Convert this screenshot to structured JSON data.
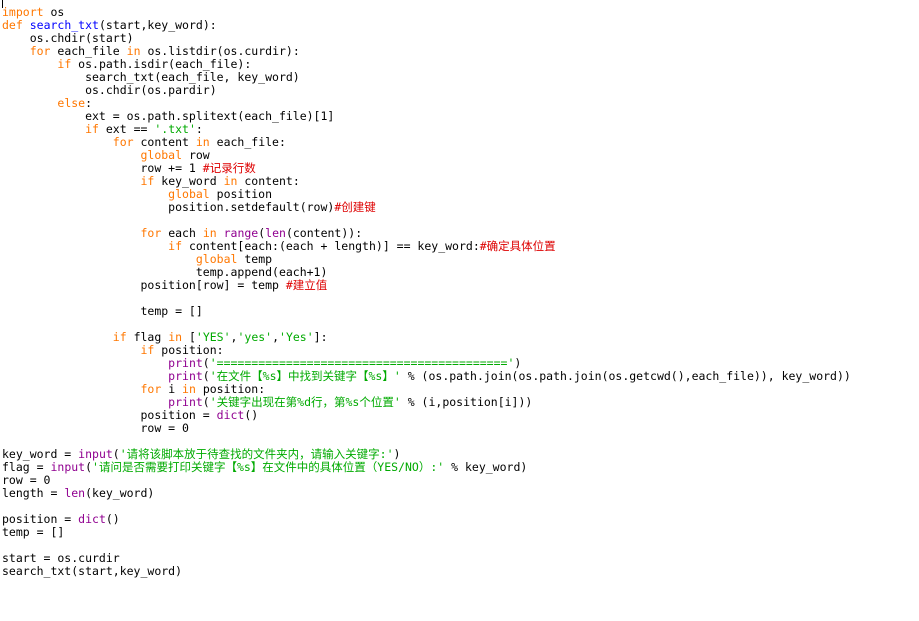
{
  "editor": {
    "colors": {
      "keyword": "#ff7700",
      "definition": "#0000ff",
      "builtin": "#900090",
      "string": "#00aa00",
      "comment": "#dd0000",
      "text": "#000000",
      "background": "#ffffff"
    },
    "lines": [
      [
        [
          "kw",
          "import"
        ],
        [
          "plain",
          " os"
        ]
      ],
      [
        [
          "kw",
          "def"
        ],
        [
          "plain",
          " "
        ],
        [
          "def",
          "search_txt"
        ],
        [
          "plain",
          "(start,key_word):"
        ]
      ],
      [
        [
          "plain",
          "    os.chdir(start)"
        ]
      ],
      [
        [
          "plain",
          "    "
        ],
        [
          "kw",
          "for"
        ],
        [
          "plain",
          " each_file "
        ],
        [
          "kw",
          "in"
        ],
        [
          "plain",
          " os.listdir(os.curdir):"
        ]
      ],
      [
        [
          "plain",
          "        "
        ],
        [
          "kw",
          "if"
        ],
        [
          "plain",
          " os.path.isdir(each_file):"
        ]
      ],
      [
        [
          "plain",
          "            search_txt(each_file, key_word)"
        ]
      ],
      [
        [
          "plain",
          "            os.chdir(os.pardir)"
        ]
      ],
      [
        [
          "plain",
          "        "
        ],
        [
          "kw",
          "else"
        ],
        [
          "plain",
          ":"
        ]
      ],
      [
        [
          "plain",
          "            ext = os.path.splitext(each_file)[1]"
        ]
      ],
      [
        [
          "plain",
          "            "
        ],
        [
          "kw",
          "if"
        ],
        [
          "plain",
          " ext == "
        ],
        [
          "str",
          "'.txt'"
        ],
        [
          "plain",
          ":"
        ]
      ],
      [
        [
          "plain",
          "                "
        ],
        [
          "kw",
          "for"
        ],
        [
          "plain",
          " content "
        ],
        [
          "kw",
          "in"
        ],
        [
          "plain",
          " each_file:"
        ]
      ],
      [
        [
          "plain",
          "                    "
        ],
        [
          "kw",
          "global"
        ],
        [
          "plain",
          " row"
        ]
      ],
      [
        [
          "plain",
          "                    row += 1 "
        ],
        [
          "cmt",
          "#记录行数"
        ]
      ],
      [
        [
          "plain",
          "                    "
        ],
        [
          "kw",
          "if"
        ],
        [
          "plain",
          " key_word "
        ],
        [
          "kw",
          "in"
        ],
        [
          "plain",
          " content:"
        ]
      ],
      [
        [
          "plain",
          "                        "
        ],
        [
          "kw",
          "global"
        ],
        [
          "plain",
          " position"
        ]
      ],
      [
        [
          "plain",
          "                        position.setdefault(row)"
        ],
        [
          "cmt",
          "#创建键"
        ]
      ],
      [],
      [
        [
          "plain",
          "                    "
        ],
        [
          "kw",
          "for"
        ],
        [
          "plain",
          " each "
        ],
        [
          "kw",
          "in"
        ],
        [
          "plain",
          " "
        ],
        [
          "bi",
          "range"
        ],
        [
          "plain",
          "("
        ],
        [
          "bi",
          "len"
        ],
        [
          "plain",
          "(content)):"
        ]
      ],
      [
        [
          "plain",
          "                        "
        ],
        [
          "kw",
          "if"
        ],
        [
          "plain",
          " content[each:(each + length)] == key_word:"
        ],
        [
          "cmt",
          "#确定具体位置"
        ]
      ],
      [
        [
          "plain",
          "                            "
        ],
        [
          "kw",
          "global"
        ],
        [
          "plain",
          " temp"
        ]
      ],
      [
        [
          "plain",
          "                            temp.append(each+1)"
        ]
      ],
      [
        [
          "plain",
          "                    position[row] = temp "
        ],
        [
          "cmt",
          "#建立值"
        ]
      ],
      [],
      [
        [
          "plain",
          "                    temp = []"
        ]
      ],
      [],
      [
        [
          "plain",
          "                "
        ],
        [
          "kw",
          "if"
        ],
        [
          "plain",
          " flag "
        ],
        [
          "kw",
          "in"
        ],
        [
          "plain",
          " ["
        ],
        [
          "str",
          "'YES'"
        ],
        [
          "plain",
          ","
        ],
        [
          "str",
          "'yes'"
        ],
        [
          "plain",
          ","
        ],
        [
          "str",
          "'Yes'"
        ],
        [
          "plain",
          "]:"
        ]
      ],
      [
        [
          "plain",
          "                    "
        ],
        [
          "kw",
          "if"
        ],
        [
          "plain",
          " position:"
        ]
      ],
      [
        [
          "plain",
          "                        "
        ],
        [
          "bi",
          "print"
        ],
        [
          "plain",
          "("
        ],
        [
          "str",
          "'=========================================='"
        ],
        [
          "plain",
          ")"
        ]
      ],
      [
        [
          "plain",
          "                        "
        ],
        [
          "bi",
          "print"
        ],
        [
          "plain",
          "("
        ],
        [
          "str",
          "'在文件【%s】中找到关键字【%s】'"
        ],
        [
          "plain",
          " % (os.path.join(os.path.join(os.getcwd(),each_file)), key_word))"
        ]
      ],
      [
        [
          "plain",
          "                    "
        ],
        [
          "kw",
          "for"
        ],
        [
          "plain",
          " i "
        ],
        [
          "kw",
          "in"
        ],
        [
          "plain",
          " position:"
        ]
      ],
      [
        [
          "plain",
          "                        "
        ],
        [
          "bi",
          "print"
        ],
        [
          "plain",
          "("
        ],
        [
          "str",
          "'关键字出现在第%d行，第%s个位置'"
        ],
        [
          "plain",
          " % (i,position[i]))"
        ]
      ],
      [
        [
          "plain",
          "                    position = "
        ],
        [
          "bi",
          "dict"
        ],
        [
          "plain",
          "()"
        ]
      ],
      [
        [
          "plain",
          "                    row = 0"
        ]
      ],
      [],
      [
        [
          "plain",
          "key_word = "
        ],
        [
          "bi",
          "input"
        ],
        [
          "plain",
          "("
        ],
        [
          "str",
          "'请将该脚本放于待查找的文件夹内，请输入关键字:'"
        ],
        [
          "plain",
          ")"
        ]
      ],
      [
        [
          "plain",
          "flag = "
        ],
        [
          "bi",
          "input"
        ],
        [
          "plain",
          "("
        ],
        [
          "str",
          "'请问是否需要打印关键字【%s】在文件中的具体位置（YES/NO）:'"
        ],
        [
          "plain",
          " % key_word)"
        ]
      ],
      [
        [
          "plain",
          "row = 0"
        ]
      ],
      [
        [
          "plain",
          "length = "
        ],
        [
          "bi",
          "len"
        ],
        [
          "plain",
          "(key_word)"
        ]
      ],
      [],
      [
        [
          "plain",
          "position = "
        ],
        [
          "bi",
          "dict"
        ],
        [
          "plain",
          "()"
        ]
      ],
      [
        [
          "plain",
          "temp = []"
        ]
      ],
      [],
      [
        [
          "plain",
          "start = os.curdir"
        ]
      ],
      [
        [
          "plain",
          "search_txt(start,key_word)"
        ]
      ]
    ]
  }
}
